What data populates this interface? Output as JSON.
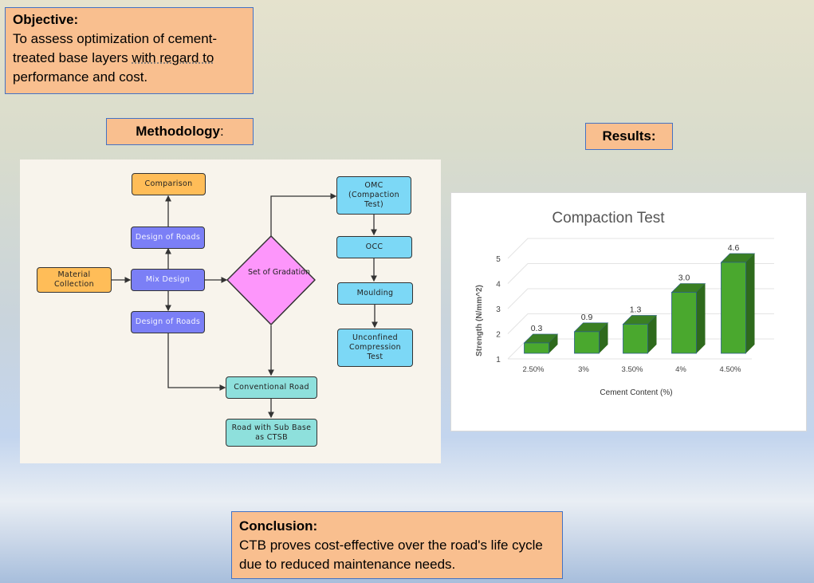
{
  "objective": {
    "heading": "Objective:",
    "text_a": "To assess optimization of cement-treated base layers ",
    "text_b": "with regard to",
    "text_c": " performance and cost."
  },
  "methodology": {
    "heading": "Methodology",
    ":": ":"
  },
  "results": {
    "heading": "Results:"
  },
  "conclusion": {
    "heading": "Conclusion:",
    "text": "CTB proves cost-effective over the road's life cycle due to reduced maintenance needs."
  },
  "flowchart": {
    "nodes": {
      "comparison": "Comparison",
      "design_top": "Design of Roads",
      "material": "Material Collection",
      "mix": "Mix Design",
      "design_bottom": "Design of Roads",
      "gradation": "Set of Gradation",
      "omc": "OMC (Compaction Test)",
      "occ": "OCC",
      "moulding": "Moulding",
      "ucs": "Unconfined Compression Test",
      "conventional": "Conventional Road",
      "ctsb": "Road with Sub Base as CTSB"
    },
    "colors": {
      "orange": "#ffbd58",
      "purple": "#7b7ff6",
      "pink": "#fd96fb",
      "blue": "#7cd8f6",
      "teal": "#8ee0dc"
    }
  },
  "chart_data": {
    "type": "bar",
    "title": "Compaction Test",
    "xlabel": "Cement Content (%)",
    "ylabel": "Strength (N/mm^2)",
    "categories": [
      "2.50%",
      "3%",
      "3.50%",
      "4%",
      "4.50%"
    ],
    "values": [
      0.3,
      0.9,
      1.3,
      3.0,
      4.6
    ],
    "value_labels": [
      "0.3",
      "0.9",
      "1.3",
      "3.0",
      "4.6"
    ],
    "yticks": [
      "1",
      "2",
      "3",
      "4",
      "5"
    ],
    "grid": true,
    "bar_color": "#4aa82e"
  }
}
